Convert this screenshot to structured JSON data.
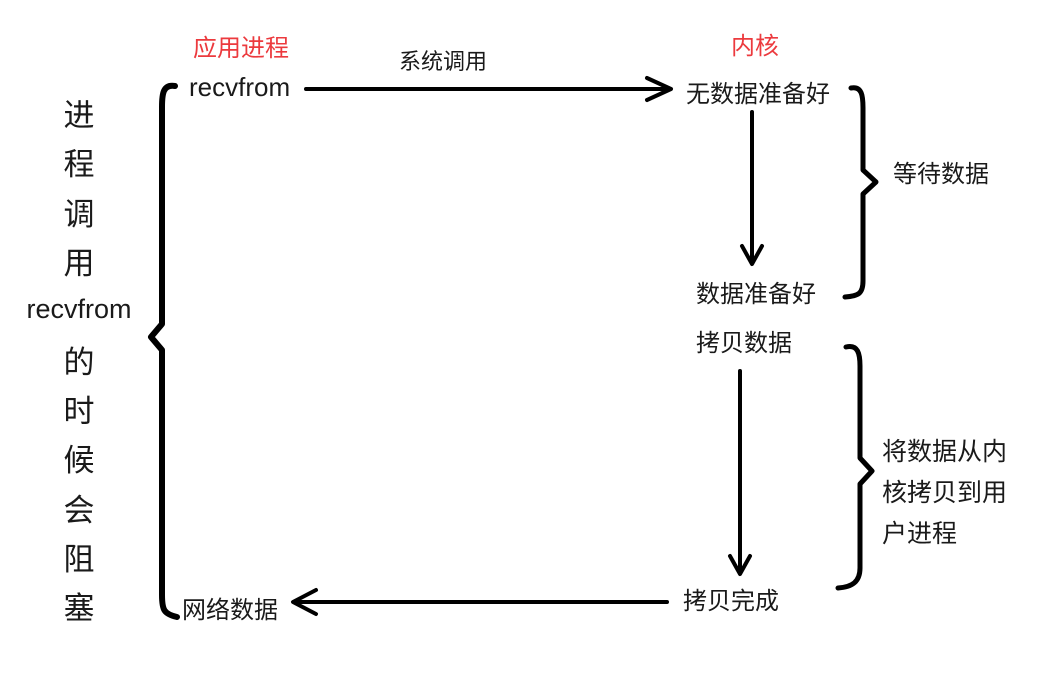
{
  "colors": {
    "ink": "#000000",
    "text": "#1a1a1a",
    "accent_red": "#ec3a3e"
  },
  "left_blocking_label": {
    "lines": [
      "进",
      "程",
      "调",
      "用",
      "recvfrom",
      "的",
      "时",
      "候",
      "会",
      "阻",
      "塞"
    ]
  },
  "headers": {
    "app_process": "应用进程",
    "kernel": "内核"
  },
  "nodes": {
    "recvfrom": "recvfrom",
    "no_data_ready": "无数据准备好",
    "data_ready": "数据准备好",
    "copy_data": "拷贝数据",
    "copy_complete": "拷贝完成",
    "network_data": "网络数据"
  },
  "arrows": {
    "system_call": "系统调用"
  },
  "braces": {
    "wait_for_data": "等待数据",
    "copy_to_user": {
      "lines": [
        "将数据从内",
        "核拷贝到用",
        "户进程"
      ]
    }
  }
}
